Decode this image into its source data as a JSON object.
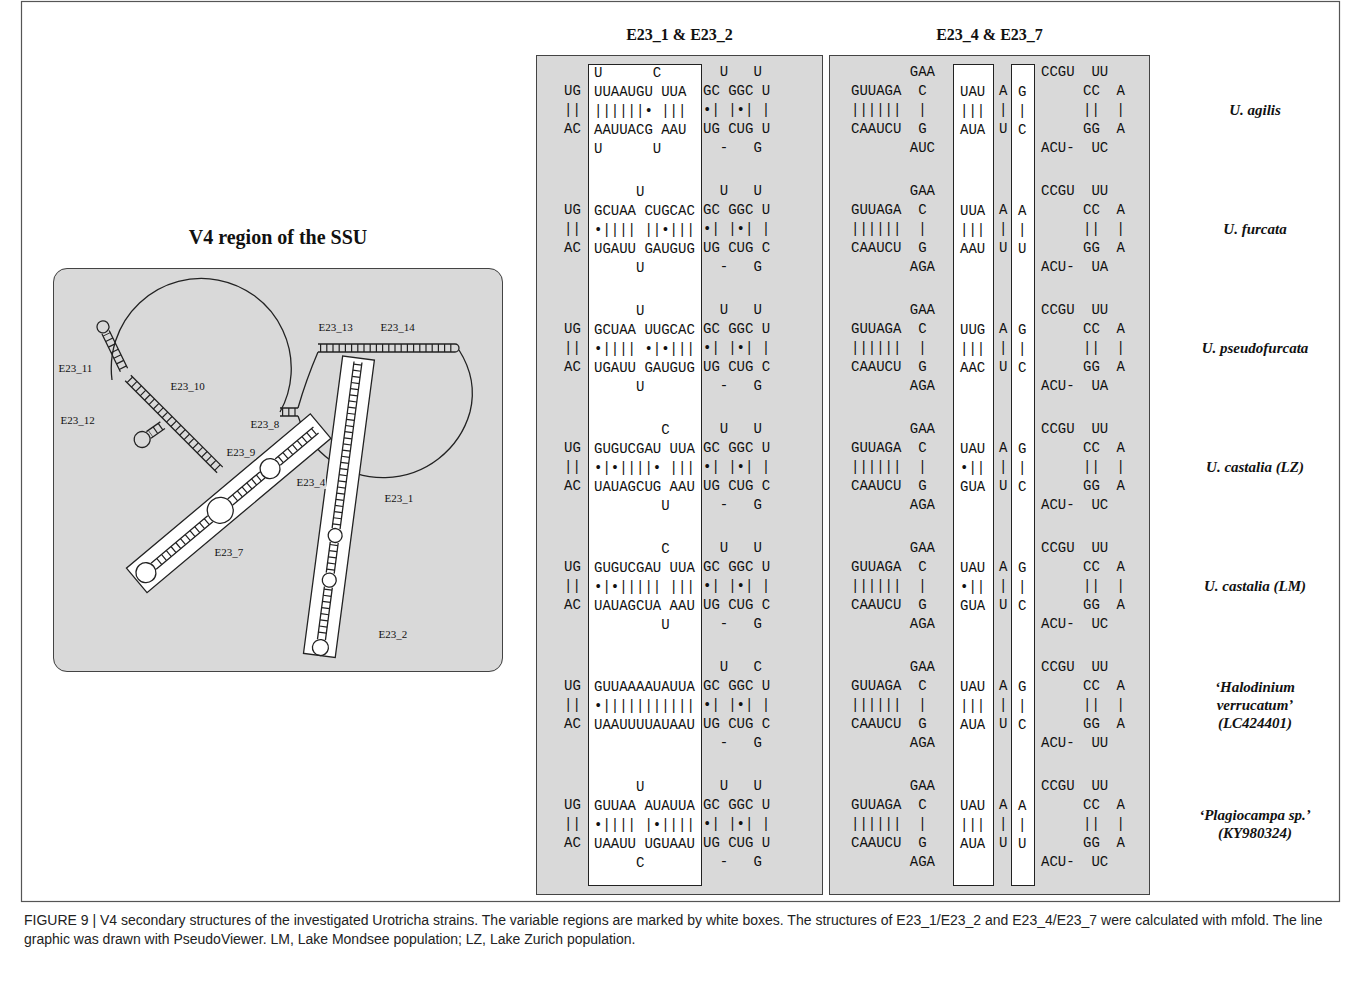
{
  "diagram": {
    "caption": "FIGURE 9 | V4 secondary structures of the investigated Urotricha strains. The variable regions are marked by white boxes. The structures of E23_1/E23_2 and E23_4/E23_7 were calculated with mfold. The line graphic was drawn with PseudoViewer. LM, Lake Mondsee population; LZ, Lake Zurich population.",
    "nodes": [
      {
        "text": [
          "V4 region of the SSU"
        ]
      },
      {
        "text": [
          "E23_1 & E23_2"
        ]
      },
      {
        "text": [
          "U      C",
          "UUAAUGU UUA",
          "||||||• |||",
          "AAUUACG AAU",
          "U      U",
          "     U",
          "GCUAA CUGCAC",
          "•|||| ||•|||",
          "UGAUU GAUGUG",
          "     U",
          "     U",
          "GCUAA UUGCAC",
          "•|||| •|•|||",
          "UGAUU GAUGUG",
          "     U",
          "        C",
          "GUGUCGAU UUA",
          "•|•||||• |||",
          "UAUAGCUG AAU",
          "        U",
          "        C",
          "GUGUCGAU UUA",
          "•|•||||| |||",
          "UAUAGCUA AAU",
          "        U",
          "GUUAAAAUAUUA",
          "•|||||||||||",
          "UAAUUUUAUAAU",
          "     U",
          "GUUAA AUAUUA",
          "•|||| |•||||",
          "UAAUU UGUAAU",
          "     C"
        ],
        "in": 1
      },
      {
        "text": [
          "E23_4 & E23_7"
        ]
      },
      {
        "text": [
          "UAU",
          "|||",
          "AUA",
          "UUA",
          "|||",
          "AAU",
          "UUG",
          "|||",
          "AAC",
          "UAU",
          "•||",
          "GUA",
          "UAU",
          "•||",
          "GUA",
          "UAU",
          "|||",
          "AUA",
          "UAU",
          "|||",
          "AUA"
        ],
        "in": 3
      },
      {
        "text": [
          "G",
          "|",
          "C",
          "A",
          "|",
          "U",
          "G",
          "|",
          "C",
          "G",
          "|",
          "C",
          "G",
          "|",
          "C",
          "G",
          "|",
          "C",
          "A",
          "|",
          "U"
        ],
        "in": 3
      }
    ],
    "labels": [
      "E23_11",
      "E23_14",
      "E23_13",
      "E23_8",
      "E23_10",
      "E23_12",
      "E23_9",
      "E23_4",
      "E23_1",
      "E23_7",
      "E23_2",
      "UG",
      "||",
      "AC",
      "  U   U",
      "GC GGC U",
      "•| |•| |",
      "UG CUG U",
      "  -   G",
      "       GAA",
      "GUUAGA  C",
      "||||||  |",
      "CAAUCU  G",
      "       AUC",
      "A",
      "|",
      "U",
      "CCGU  UU",
      "     CC  A",
      "     ||  |",
      "     GG  A",
      "ACU-  UC",
      "U. agilis",
      "UG",
      "||",
      "AC",
      "  U   U",
      "GC GGC U",
      "•| |•| |",
      "UG CUG C",
      "  -   G",
      "       GAA",
      "GUUAGA  C",
      "||||||  |",
      "CAAUCU  G",
      "       AGA",
      "A",
      "|",
      "U",
      "CCGU  UU",
      "     CC  A",
      "     ||  |",
      "     GG  A",
      "ACU-  UA",
      "U. furcata",
      "UG",
      "||",
      "AC",
      "  U   U",
      "GC GGC U",
      "•| |•| |",
      "UG CUG C",
      "  -   G",
      "       GAA",
      "GUUAGA  C",
      "||||||  |",
      "CAAUCU  G",
      "       AGA",
      "A",
      "|",
      "U",
      "CCGU  UU",
      "     CC  A",
      "     ||  |",
      "     GG  A",
      "ACU-  UA",
      "U. pseudofurcata",
      "UG",
      "||",
      "AC",
      "  U   U",
      "GC GGC U",
      "•| |•| |",
      "UG CUG C",
      "  -   G",
      "       GAA",
      "GUUAGA  C",
      "||||||  |",
      "CAAUCU  G",
      "       AGA",
      "A",
      "|",
      "U",
      "CCGU  UU",
      "     CC  A",
      "     ||  |",
      "     GG  A",
      "ACU-  UC",
      "U. castalia (LZ)",
      "UG",
      "||",
      "AC",
      "  U   U",
      "GC GGC U",
      "•| |•| |",
      "UG CUG C",
      "  -   G",
      "       GAA",
      "GUUAGA  C",
      "||||||  |",
      "CAAUCU  G",
      "       AGA",
      "A",
      "|",
      "U",
      "CCGU  UU",
      "     CC  A",
      "     ||  |",
      "     GG  A",
      "ACU-  UC",
      "U. castalia (LM)",
      "UG",
      "||",
      "AC",
      "  U   C",
      "GC GGC U",
      "•| |•| |",
      "UG CUG C",
      "  -   G",
      "       GAA",
      "GUUAGA  C",
      "||||||  |",
      "CAAUCU  G",
      "       AGA",
      "A",
      "|",
      "U",
      "CCGU  UU",
      "     CC  A",
      "     ||  |",
      "     GG  A",
      "ACU-  UU",
      "‘Halodinium verrucatum’ (LC424401)",
      "UG",
      "||",
      "AC",
      "  U   U",
      "GC GGC U",
      "•| |•| |",
      "UG CUG U",
      "  -   G",
      "       GAA",
      "GUUAGA  C",
      "||||||  |",
      "CAAUCU  G",
      "       AGA",
      "A",
      "|",
      "U",
      "CCGU  UU",
      "     CC  A",
      "     ||  |",
      "     GG  A",
      "ACU-  UC",
      "‘Plagiocampa sp.’ (KY980324)"
    ]
  }
}
